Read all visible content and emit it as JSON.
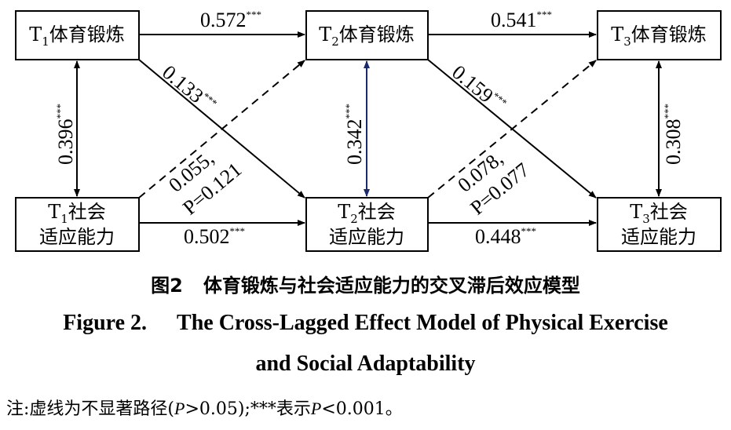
{
  "nodes": {
    "t1_exercise": {
      "t": "T",
      "sub": "1",
      "label": "体育锻炼"
    },
    "t2_exercise": {
      "t": "T",
      "sub": "2",
      "label": "体育锻炼"
    },
    "t3_exercise": {
      "t": "T",
      "sub": "3",
      "label": "体育锻炼"
    },
    "t1_social": {
      "t": "T",
      "sub": "1",
      "label": "社会",
      "label2": "适应能力"
    },
    "t2_social": {
      "t": "T",
      "sub": "2",
      "label": "社会",
      "label2": "适应能力"
    },
    "t3_social": {
      "t": "T",
      "sub": "3",
      "label": "社会",
      "label2": "适应能力"
    }
  },
  "paths": {
    "ex1_ex2": {
      "value": "0.572",
      "sig": "***"
    },
    "ex2_ex3": {
      "value": "0.541",
      "sig": "***"
    },
    "soc1_soc2": {
      "value": "0.502",
      "sig": "***"
    },
    "soc2_soc3": {
      "value": "0.448",
      "sig": "***"
    },
    "corr1": {
      "value": "0.396",
      "sig": "***"
    },
    "corr2": {
      "value": "0.342",
      "sig": "***"
    },
    "corr3": {
      "value": "0.308",
      "sig": "***"
    },
    "ex1_soc2": {
      "value": "0.133",
      "sig": "***"
    },
    "ex2_soc3": {
      "value": "0.159",
      "sig": "***"
    },
    "soc1_ex2": {
      "value": "0.055,",
      "p": "P=0.121"
    },
    "soc2_ex3": {
      "value": "0.078,",
      "p": "P=0.077"
    }
  },
  "caption": {
    "cn_num": "图2",
    "cn_title": "体育锻炼与社会适应能力的交叉滞后效应模型",
    "en_num": "Figure 2.",
    "en_line1": "The Cross-Lagged Effect Model of Physical Exercise",
    "en_line2": "and Social Adaptability"
  },
  "note": {
    "prefix": "注:虚线为不显著路径(",
    "p1": "P",
    "mid": ">0.05);***表示",
    "p2": "P",
    "suffix": "<0.001。"
  },
  "colors": {
    "line": "#000000",
    "corr2_arrow": "#1a2a6c"
  }
}
